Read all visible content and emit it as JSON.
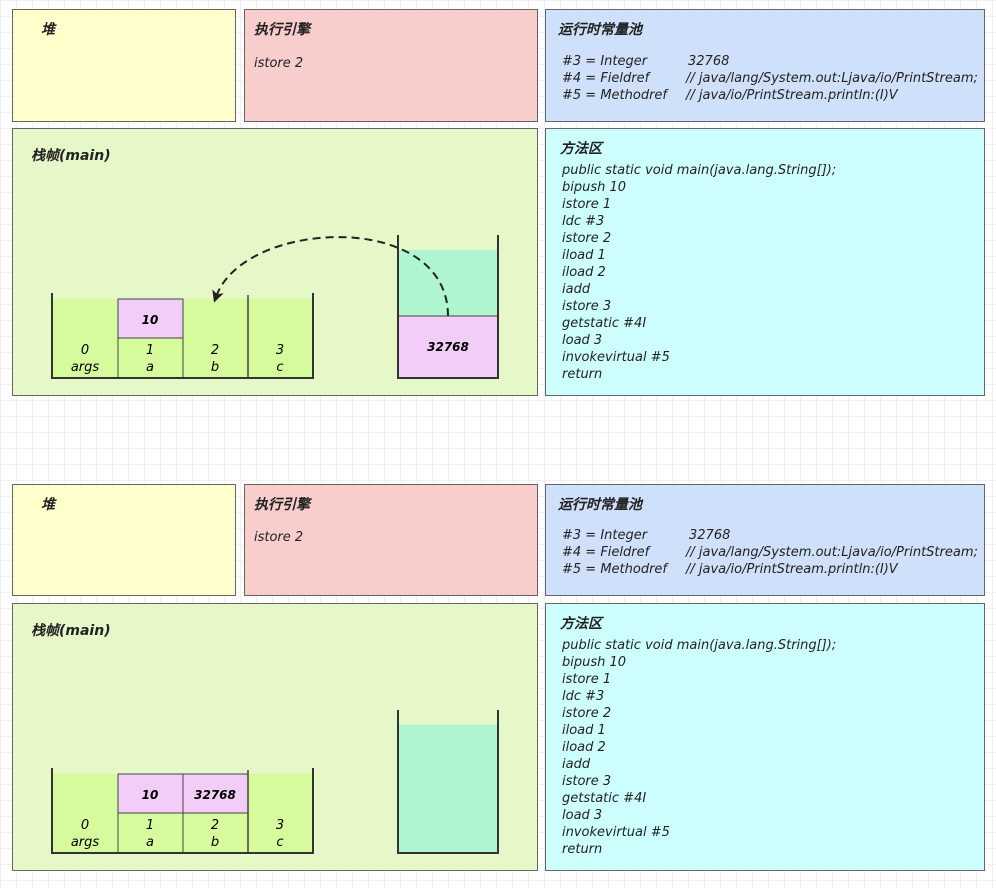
{
  "states": [
    {
      "heap": {
        "title": "堆"
      },
      "engine": {
        "title": "执行引擎",
        "instruction": "istore 2"
      },
      "pool": {
        "title": "运行时常量池",
        "entries": [
          {
            "key": "#3 = Integer",
            "value": "32768"
          },
          {
            "key": "#4 = Fieldref",
            "value": "// java/lang/System.out:Ljava/io/PrintStream;"
          },
          {
            "key": "#5 = Methodref",
            "value": "// java/io/PrintStream.println:(I)V"
          }
        ]
      },
      "frame": {
        "title": "栈帧(main)",
        "locals": [
          {
            "index": "0",
            "name": "args",
            "value": ""
          },
          {
            "index": "1",
            "name": "a",
            "value": "10"
          },
          {
            "index": "2",
            "name": "b",
            "value": ""
          },
          {
            "index": "3",
            "name": "c",
            "value": ""
          }
        ],
        "operand_stack": [
          "32768"
        ],
        "arrow": true
      },
      "method": {
        "title": "方法区",
        "lines": [
          "public static void main(java.lang.String[]);",
          "bipush 10",
          "istore 1",
          "ldc #3",
          "istore 2",
          "iload 1",
          "iload 2",
          "iadd",
          "istore 3",
          "getstatic #4I",
          "load 3",
          "invokevirtual #5",
          "return"
        ]
      }
    },
    {
      "heap": {
        "title": "堆"
      },
      "engine": {
        "title": "执行引擎",
        "instruction": "istore 2"
      },
      "pool": {
        "title": "运行时常量池",
        "entries": [
          {
            "key": "#3 = Integer",
            "value": "32768"
          },
          {
            "key": "#4 = Fieldref",
            "value": "// java/lang/System.out:Ljava/io/PrintStream;"
          },
          {
            "key": "#5 = Methodref",
            "value": "// java/io/PrintStream.println:(I)V"
          }
        ]
      },
      "frame": {
        "title": "栈帧(main)",
        "locals": [
          {
            "index": "0",
            "name": "args",
            "value": ""
          },
          {
            "index": "1",
            "name": "a",
            "value": "10"
          },
          {
            "index": "2",
            "name": "b",
            "value": "32768"
          },
          {
            "index": "3",
            "name": "c",
            "value": ""
          }
        ],
        "operand_stack": [],
        "arrow": false
      },
      "method": {
        "title": "方法区",
        "lines": [
          "public static void main(java.lang.String[]);",
          "bipush 10",
          "istore 1",
          "ldc #3",
          "istore 2",
          "iload 1",
          "iload 2",
          "iadd",
          "istore 3",
          "getstatic #4I",
          "load 3",
          "invokevirtual #5",
          "return"
        ]
      }
    }
  ]
}
